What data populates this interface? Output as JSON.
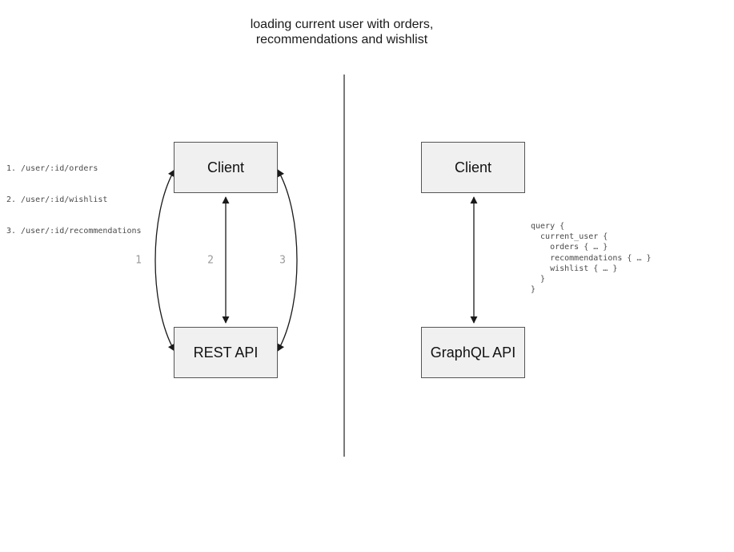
{
  "title": {
    "line1": "loading current user with orders,",
    "line2": "recommendations and wishlist"
  },
  "left_panel": {
    "endpoints": [
      "1. /user/:id/orders",
      "2. /user/:id/wishlist",
      "3. /user/:id/recommendations"
    ],
    "client_label": "Client",
    "api_label": "REST API",
    "arrow_labels": [
      "1",
      "2",
      "3"
    ]
  },
  "right_panel": {
    "client_label": "Client",
    "api_label": "GraphQL API",
    "query_code": "query {\n  current_user {\n    orders { … }\n    recommendations { … }\n    wishlist { … }\n  }\n}"
  },
  "colors": {
    "background": "#ffffff",
    "box_fill": "#f0f0f0",
    "box_border": "#555555",
    "arrow": "#1a1a1a",
    "arrow_number_label": "#9a9a9a",
    "code_text": "#4a4a4a",
    "divider": "#7a7a7a",
    "title_text": "#1a1a1a"
  }
}
